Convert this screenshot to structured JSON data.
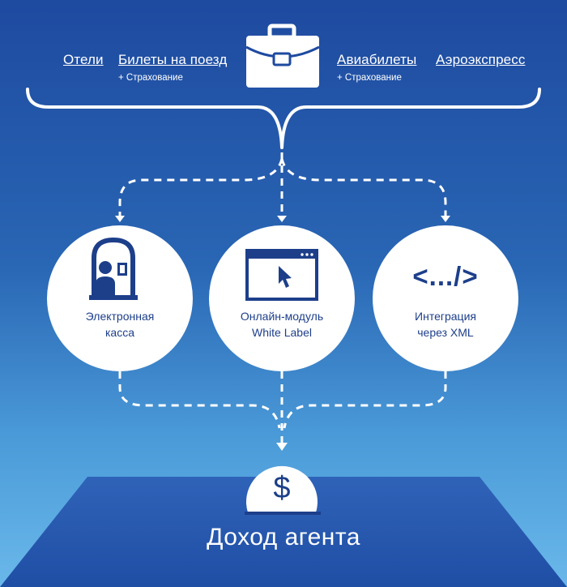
{
  "nav": {
    "hotels": "Отели",
    "trains": "Билеты на поезд",
    "trains_sub": "+ Страхование",
    "avia": "Авиабилеты",
    "avia_sub": "+ Страхование",
    "aeroexpress": "Аэроэкспресс"
  },
  "channels": [
    {
      "line1": "Электронная",
      "line2": "касса",
      "icon": "cashier-window-icon"
    },
    {
      "line1": "Онлайн-модуль",
      "line2": "White Label",
      "icon": "browser-window-icon"
    },
    {
      "line1": "Интеграция",
      "line2": "через XML",
      "icon": "code-brackets-icon"
    }
  ],
  "code_glyph": "<.../>",
  "income": {
    "symbol": "$",
    "label": "Доход агента"
  },
  "colors": {
    "primary": "#1d3f8a",
    "background_top": "#1e4aa0",
    "background_bottom": "#6ab8ea"
  }
}
